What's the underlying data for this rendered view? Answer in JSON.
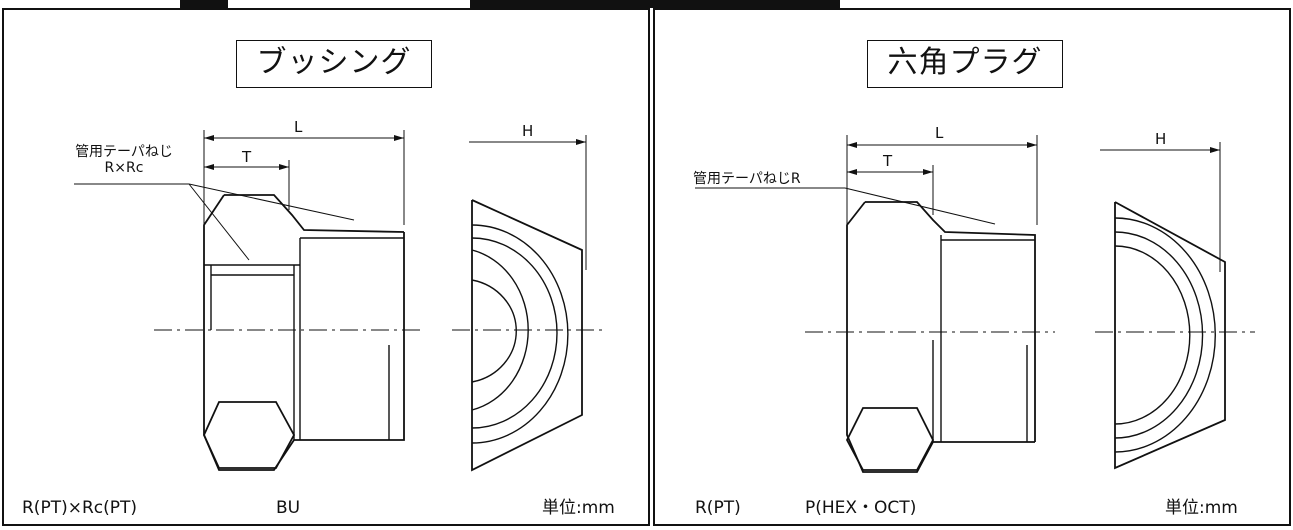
{
  "left_panel": {
    "title": "ブッシング",
    "dim_L": "L",
    "dim_T": "T",
    "dim_H": "H",
    "callout_line1": "管用テーパねじ",
    "callout_line2": "R×Rc",
    "footer_spec": "R(PT)×Rc(PT)",
    "footer_code": "BU",
    "footer_unit": "単位:mm"
  },
  "right_panel": {
    "title": "六角プラグ",
    "dim_L": "L",
    "dim_T": "T",
    "dim_H": "H",
    "callout_line1": "管用テーパねじR",
    "footer_spec": "R(PT)",
    "footer_code": "P(HEX・OCT)",
    "footer_unit": "単位:mm"
  }
}
